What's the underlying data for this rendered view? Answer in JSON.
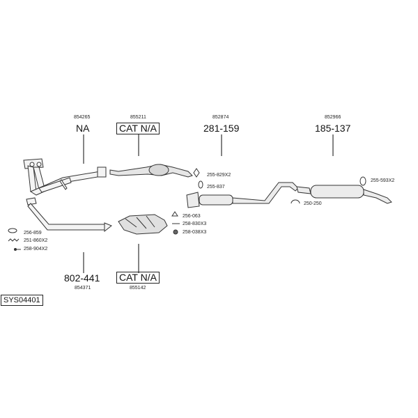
{
  "system_code": "SYS04401",
  "parts": [
    {
      "number": "854265",
      "label": "NA",
      "boxed": false
    },
    {
      "number": "855211",
      "label": "CAT N/A",
      "boxed": true
    },
    {
      "number": "852874",
      "label": "281-159",
      "boxed": false
    },
    {
      "number": "852966",
      "label": "185-137",
      "boxed": false
    },
    {
      "number": "854371",
      "label": "802-441",
      "boxed": false
    },
    {
      "number": "855142",
      "label": "CAT N/A",
      "boxed": true
    }
  ],
  "fittings": [
    {
      "code": "256-859"
    },
    {
      "code": "251-860X2"
    },
    {
      "code": "258-904X2"
    },
    {
      "code": "255-829X2"
    },
    {
      "code": "255-837"
    },
    {
      "code": "256-063"
    },
    {
      "code": "258-830X3"
    },
    {
      "code": "258-038X3"
    },
    {
      "code": "250-250"
    },
    {
      "code": "255-593X2"
    }
  ]
}
